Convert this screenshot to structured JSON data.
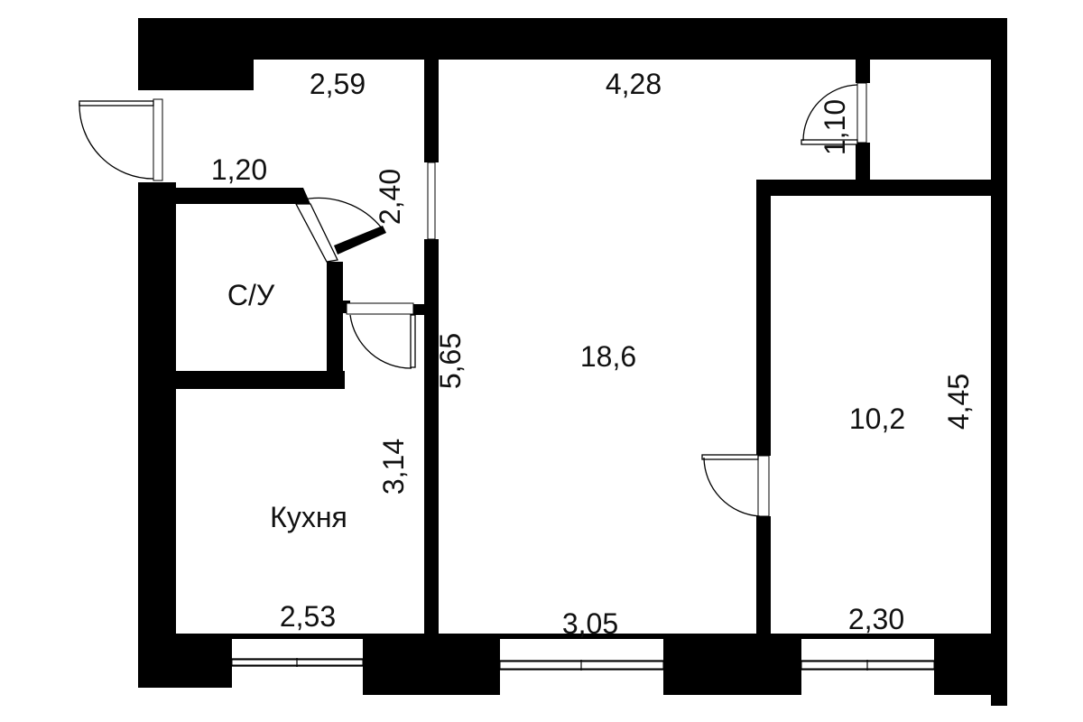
{
  "labels": {
    "corridor_top_width": "2,59",
    "living_top_width": "4,28",
    "closet_depth": "1,10",
    "corridor_step_width": "1,20",
    "corridor_height": "2,40",
    "bathroom_name": "С/У",
    "living_area": "18,6",
    "living_height": "5,65",
    "bedroom_area": "10,2",
    "bedroom_height": "4,45",
    "kitchen_height": "3,14",
    "kitchen_name": "Кухня",
    "kitchen_width": "2,53",
    "living_bottom_width": "3,05",
    "bedroom_bottom_width": "2,30"
  },
  "colors": {
    "walls": "#000000",
    "background": "#ffffff",
    "text": "#111111"
  }
}
